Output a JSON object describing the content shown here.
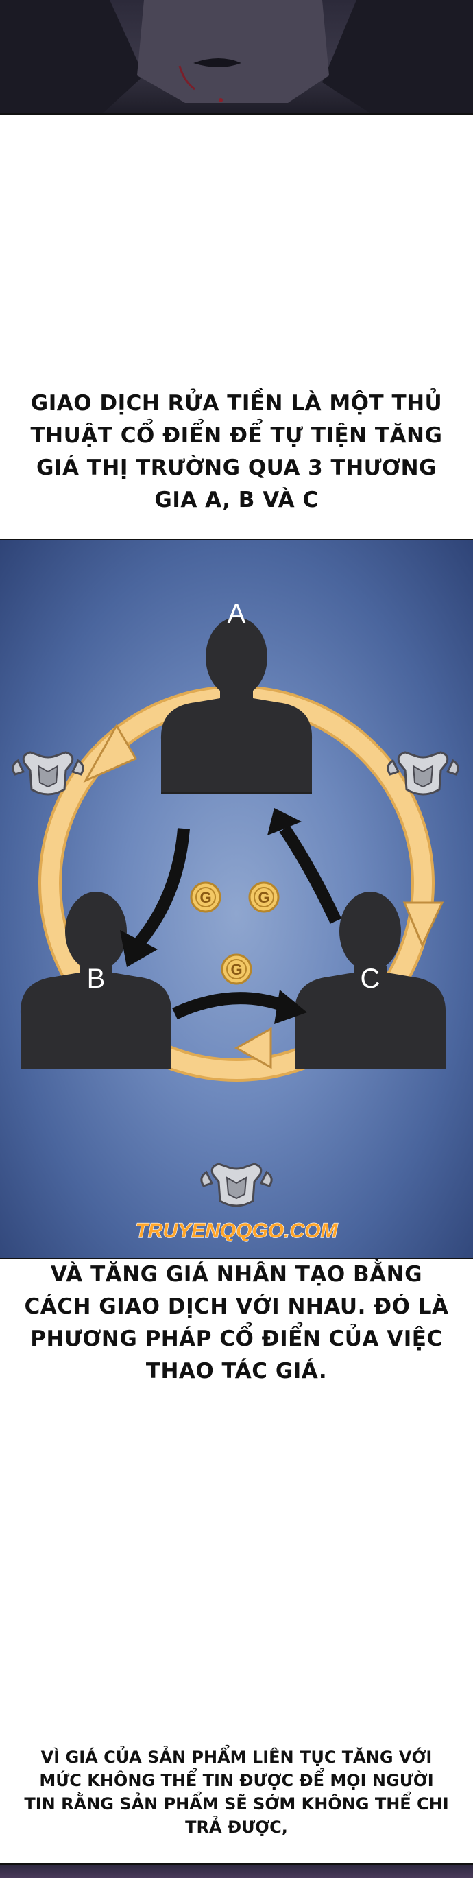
{
  "captions": {
    "first": [
      "GIAO DỊCH RỬA TIỀN LÀ MỘT THỦ",
      "THUẬT CỔ ĐIỂN ĐỂ TỰ TIỆN TĂNG",
      "GIÁ THỊ TRƯỜNG QUA 3 THƯƠNG",
      "GIA A, B VÀ C"
    ],
    "second": [
      "VÀ TĂNG GIÁ NHÂN TẠO BẰNG",
      "CÁCH GIAO DỊCH VỚI NHAU. ĐÓ LÀ",
      "PHƯƠNG PHÁP CỔ ĐIỂN CỦA VIỆC",
      "THAO TÁC GIÁ."
    ],
    "third": [
      "VÌ GIÁ CỦA SẢN PHẨM LIÊN TỤC TĂNG VỚI",
      "MỨC KHÔNG THỂ TIN ĐƯỢC ĐỂ MỌI NGƯỜI",
      "TIN RẰNG SẢN PHẨM SẼ SỚM KHÔNG THỂ CHI",
      "TRẢ ĐƯỢC,"
    ]
  },
  "diagram": {
    "nodes": [
      {
        "id": "A",
        "label": "A"
      },
      {
        "id": "B",
        "label": "B"
      },
      {
        "id": "C",
        "label": "C"
      }
    ],
    "coin_symbol": "G",
    "coin_count": 3,
    "armor_count": 3,
    "icons": [
      "person-silhouette-icon",
      "gold-coin-icon",
      "armor-breastplate-icon",
      "cycle-arrow-icon"
    ],
    "watermark": "TRUYENQQGO.COM"
  },
  "colors": {
    "ring": "#f7d08a",
    "ring_outline": "#e0aa52",
    "silhouette": "#2d2d30",
    "coin": "#f2c35c",
    "watermark": "#ffa62b",
    "background_diagram": "#6e89bd"
  }
}
